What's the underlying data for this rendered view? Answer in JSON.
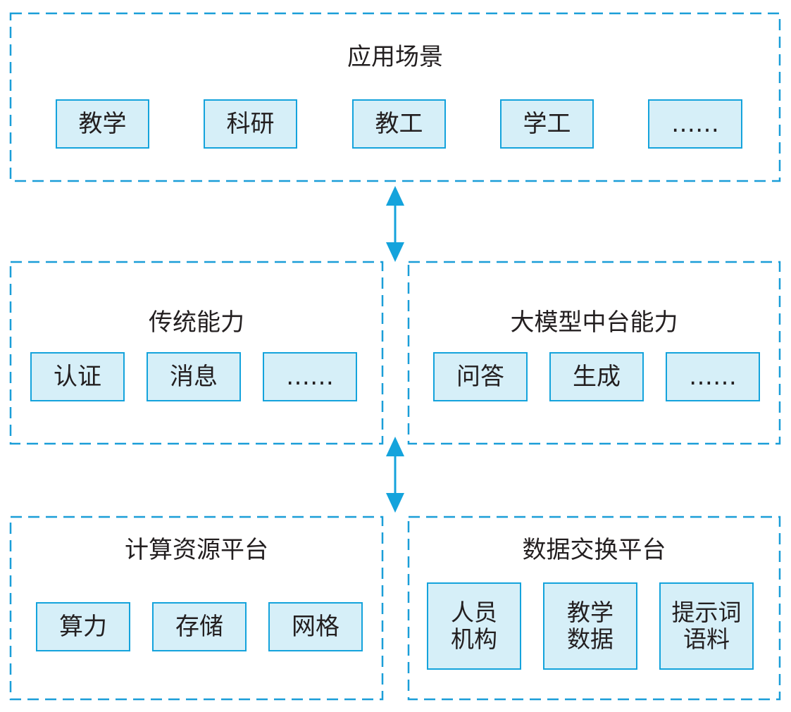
{
  "colors": {
    "border_dash": "#1a9ed8",
    "box_fill": "#d6eff8",
    "box_border": "#14a3dc",
    "arrow": "#14a3dc",
    "text": "#231f20"
  },
  "application_scenarios": {
    "title": "应用场景",
    "items": [
      "教学",
      "科研",
      "教工",
      "学工",
      "……"
    ]
  },
  "traditional_capabilities": {
    "title": "传统能力",
    "items": [
      "认证",
      "消息",
      "……"
    ]
  },
  "llm_middle_platform": {
    "title": "大模型中台能力",
    "items": [
      "问答",
      "生成",
      "……"
    ]
  },
  "computing_resource_platform": {
    "title": "计算资源平台",
    "items": [
      "算力",
      "存储",
      "网格"
    ]
  },
  "data_exchange_platform": {
    "title": "数据交换平台",
    "items": [
      "人员\n机构",
      "教学\n数据",
      "提示词\n语料"
    ]
  },
  "arrows": [
    {
      "from": "application_scenarios",
      "to": "middle_layer",
      "direction": "bidirectional"
    },
    {
      "from": "middle_layer",
      "to": "bottom_layer",
      "direction": "bidirectional"
    }
  ]
}
